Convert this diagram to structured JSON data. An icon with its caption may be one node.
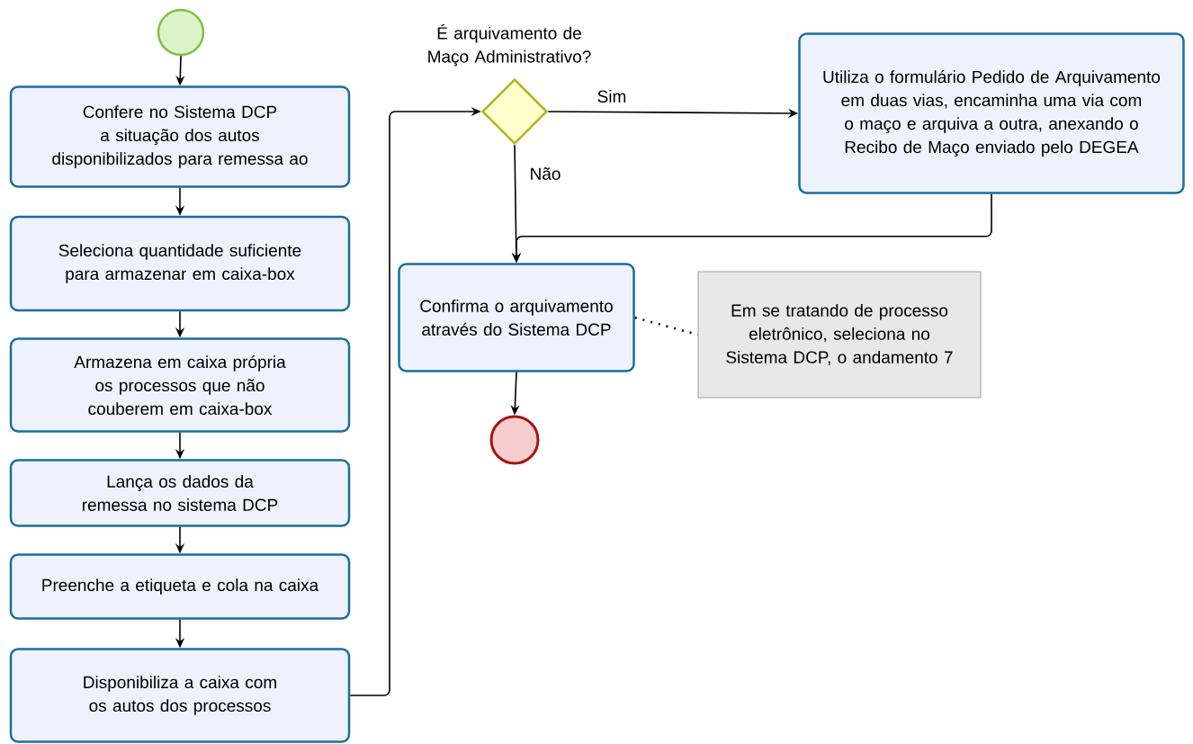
{
  "diagram": {
    "nodes": [
      {
        "text": [],
        "shape": "circle"
      },
      {
        "text": [
          "Confere no Sistema DCP a situação dos autos disponibilizados para remessa ao"
        ]
      },
      {
        "text": [
          "Seleciona quantidade suficiente para armazenar em caixa-box"
        ]
      },
      {
        "text": [
          "Armazena em caixa própria os processos que não couberem em caixa-box"
        ]
      },
      {
        "text": [
          "Lança os dados da remessa no sistema DCP"
        ]
      },
      {
        "text": [
          "Preenche a etiqueta e cola na caixa"
        ]
      },
      {
        "text": [
          "Disponibiliza a caixa com os autos dos processos"
        ]
      },
      {
        "text": [
          "É arquivamento de Maço Administrativo?"
        ]
      },
      {
        "text": [
          "Utiliza o formulário Pedido de Arquivamento em duas vias, encaminha uma via com o maço e arquiva a outra, anexando o Recibo de Maço enviado pelo DEGEA"
        ]
      },
      {
        "text": [
          "Confirma o arquivamento através do Sistema DCP"
        ]
      },
      {
        "text": [
          "Em se tratando de processo eletrônico, seleciona no  Sistema DCP, o andamento 7"
        ]
      },
      {
        "text": [],
        "shape": "circle"
      }
    ],
    "edges": [
      {
        "from": 0,
        "to": 1,
        "arrow": "to"
      },
      {
        "from": 1,
        "to": 2,
        "arrow": "to"
      },
      {
        "from": 2,
        "to": 3,
        "arrow": "to"
      },
      {
        "from": 3,
        "to": 4,
        "arrow": "to"
      },
      {
        "from": 4,
        "to": 5,
        "arrow": "to"
      },
      {
        "from": 5,
        "to": 6,
        "arrow": "to"
      },
      {
        "from": 6,
        "to": 7,
        "arrow": "to"
      },
      {
        "from": 7,
        "to": 8,
        "arrow": "to",
        "label": "Sim"
      },
      {
        "from": 7,
        "to": 9,
        "arrow": "to",
        "label": "Não"
      },
      {
        "from": 8,
        "to": 9,
        "arrow": "to"
      },
      {
        "from": 9,
        "to": 10,
        "arrow": "none",
        "style": "dashed"
      },
      {
        "from": 9,
        "to": 11,
        "arrow": "to"
      }
    ]
  }
}
